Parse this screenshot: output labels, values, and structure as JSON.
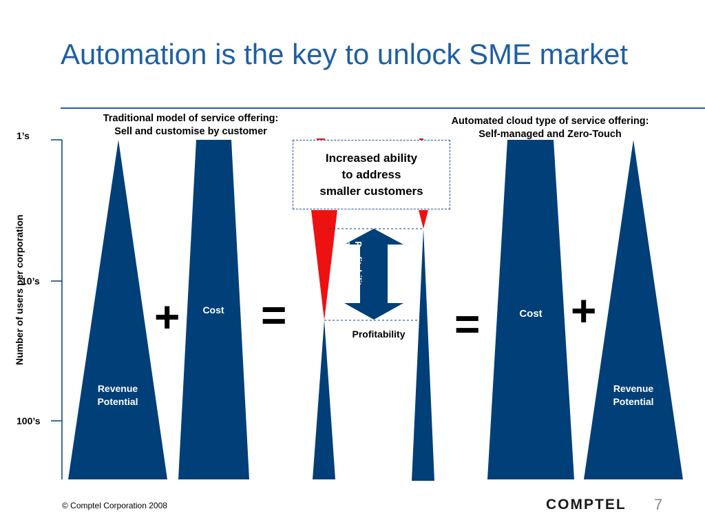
{
  "slide": {
    "title": "Automation is the key to unlock SME market"
  },
  "left_heading": {
    "line1": "Traditional model of service offering:",
    "line2": "Sell and customise by customer"
  },
  "right_heading": {
    "line1": "Automated cloud type of service offering:",
    "line2": "Self-managed and Zero-Touch"
  },
  "y_axis": {
    "title": "Number of users per corporation",
    "ticks": [
      "1’s",
      "10’s",
      "100’s"
    ]
  },
  "shapes": {
    "revenue_label_line1": "Revenue",
    "revenue_label_line2": "Potential",
    "cost_label": "Cost"
  },
  "operators": {
    "plus": "+",
    "equals": "="
  },
  "callout": {
    "line1": "Increased ability",
    "line2": "to address",
    "line3": "smaller customers"
  },
  "arrow": {
    "line1": "Profitability",
    "line2": "improvement"
  },
  "profitability_label": "Profitability",
  "colors": {
    "navy": "#003f77",
    "red": "#ee1111",
    "title_blue": "#1f5fa3"
  },
  "footer": {
    "copyright": "© Comptel Corporation 2008",
    "logo": "COMPTEL",
    "page": "7"
  }
}
